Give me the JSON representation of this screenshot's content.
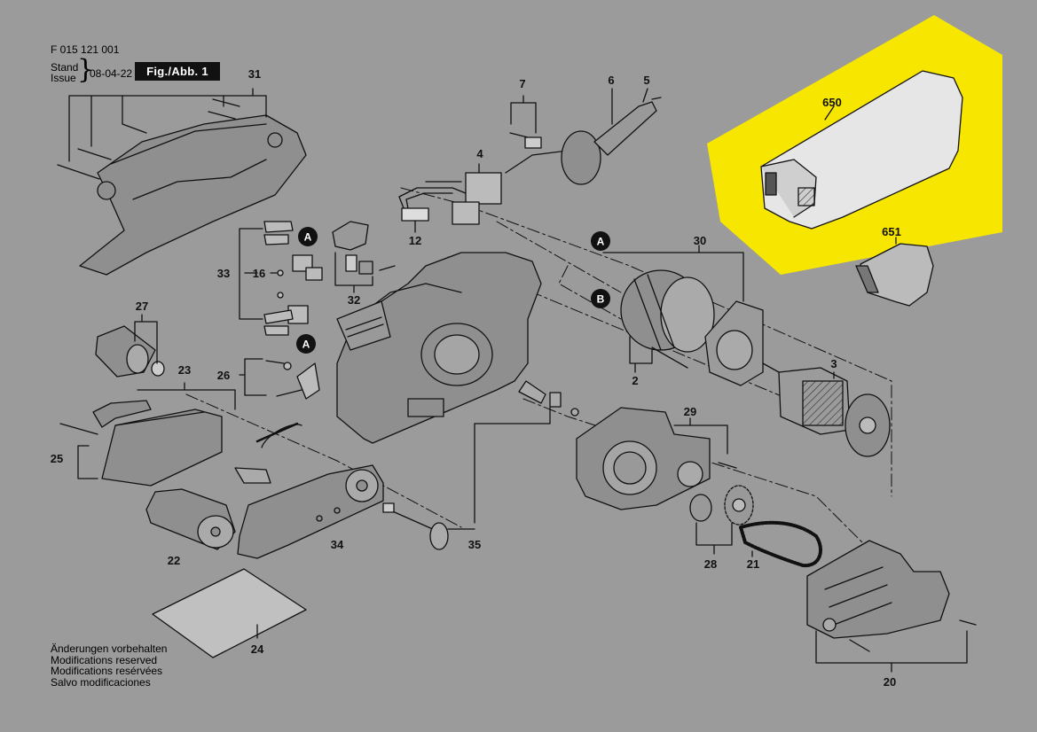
{
  "header": {
    "doc_number": "F 015 121 001",
    "stand_label": "Stand",
    "issue_label": "Issue",
    "date": "08-04-22",
    "fig_label": "Fig./Abb. 1"
  },
  "notes": [
    "Änderungen vorbehalten",
    "Modifications reserved",
    "Modifications resérvées",
    "Salvo modificaciones"
  ],
  "highlight_color": "#f7e600",
  "part_numbers": {
    "p31": "31",
    "p7": "7",
    "p6": "6",
    "p5": "5",
    "p4": "4",
    "p12": "12",
    "p650": "650",
    "p651": "651",
    "p30": "30",
    "p33": "33",
    "p16": "16",
    "p32": "32",
    "p27": "27",
    "p23": "23",
    "p26": "26",
    "p2": "2",
    "p3": "3",
    "p29": "29",
    "p25": "25",
    "p22": "22",
    "p34": "34",
    "p35": "35",
    "p28": "28",
    "p21": "21",
    "p24": "24",
    "p20": "20"
  },
  "callouts": {
    "a": "A",
    "b": "B"
  }
}
